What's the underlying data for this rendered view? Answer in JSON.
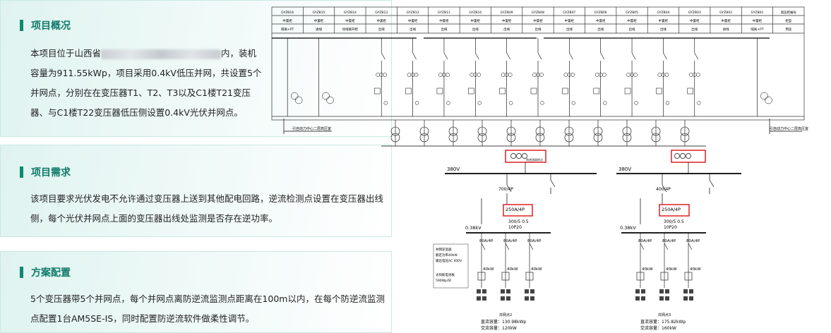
{
  "sections": [
    {
      "title": "项目概况",
      "body_before": "本项目位于山西省",
      "body_after": "内，装机容量为911.55kWp，项目采用0.4kV低压并网，共设置5个并网点，分别在在变压器T1、T2、T3以及C1楼T21变压器、与C1楼T22变压器低压侧设置0.4kV光伏并网点。"
    },
    {
      "title": "项目需求",
      "body": "该项目要求光伏发电不允许通过变压器上送到其他配电回路，逆流检测点设置在变压器出线侧，每个光伏并网点上面的变压器出线处监测是否存在逆功率。"
    },
    {
      "title": "方案配置",
      "body": "5个变压器带5个并网点，每个并网点离防逆流监测点距离在100m以内，在每个防逆流监测点配置1台AM5SE-IS，同时配置防逆流软件做柔性调节。"
    }
  ],
  "diagram": {
    "cabinets": [
      "GYZB16",
      "GYZB15",
      "GYZB14",
      "GYZB13",
      "GYZB12",
      "GYZB11",
      "GYZB10",
      "GYZB09",
      "GYZB08",
      "GYZB07",
      "GYZB06",
      "GYZB05",
      "GYZB04",
      "GYZB03",
      "GYZB02",
      "GYZB01",
      "高压柜编号"
    ],
    "cab_types": [
      "中置柜",
      "中置柜",
      "中置柜",
      "中置柜",
      "中置柜",
      "中置柜",
      "中置柜",
      "中置柜",
      "中置柜",
      "中置柜",
      "中置柜",
      "中置柜",
      "中置柜",
      "中置柜",
      "中置柜",
      "中置柜",
      "柜型"
    ],
    "cab_funcs": [
      "隔离+PT",
      "进线",
      "母线联开柜",
      "出线",
      "出线",
      "出线",
      "出线",
      "出线",
      "出线",
      "出线",
      "出线",
      "出线",
      "出线",
      "出线",
      "进线",
      "隔离+PT",
      "用途"
    ],
    "left_bus_label": "380V",
    "right_bus_label": "380V",
    "left_switch": "700/4P",
    "right_switch": "400/4P",
    "left_breaker": "250A/4P",
    "right_breaker": "250A/4P",
    "left_ct": "300/5 0.5",
    "right_ct": "300/5 0.5",
    "ct_class": "10P20",
    "voltage": "0.38kV",
    "branch_breaker": "80A/4P",
    "inverter_power": "40kW",
    "left_totals": [
      "并网点2",
      "直流容量：130.98kWp",
      "交流容量：120kW"
    ],
    "right_totals": [
      "并网点3",
      "直流容量：175.82kWp",
      "交流容量：160kW"
    ],
    "legend_lines": [
      "并网逆变器",
      "额定功率40kW",
      "输出电压AC 400V",
      "太阳能电池板",
      "590Wp/块"
    ],
    "bus_note": "引自动力中心二层高压室"
  }
}
